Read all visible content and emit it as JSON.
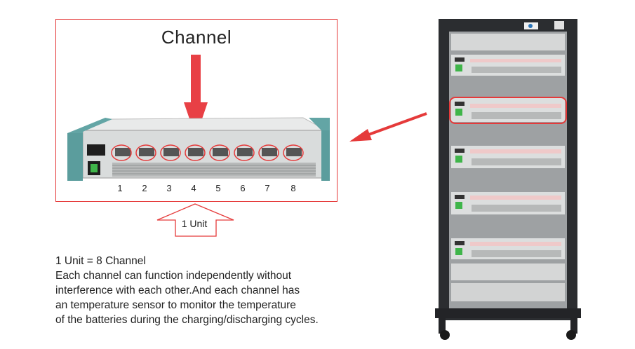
{
  "title": "Channel",
  "channels": [
    "1",
    "2",
    "3",
    "4",
    "5",
    "6",
    "7",
    "8"
  ],
  "unit_label": "1 Unit",
  "description": [
    "1 Unit = 8 Channel",
    "Each channel can function independently without",
    "interference with each other.And each channel has",
    "an temperature sensor to monitor the temperature",
    "of the batteries during the charging/discharging cycles."
  ],
  "colors": {
    "highlight": "#e53a3a",
    "device_body": "#d9dcdc",
    "device_end": "#63a5a5",
    "rack": "#2b2d30"
  }
}
